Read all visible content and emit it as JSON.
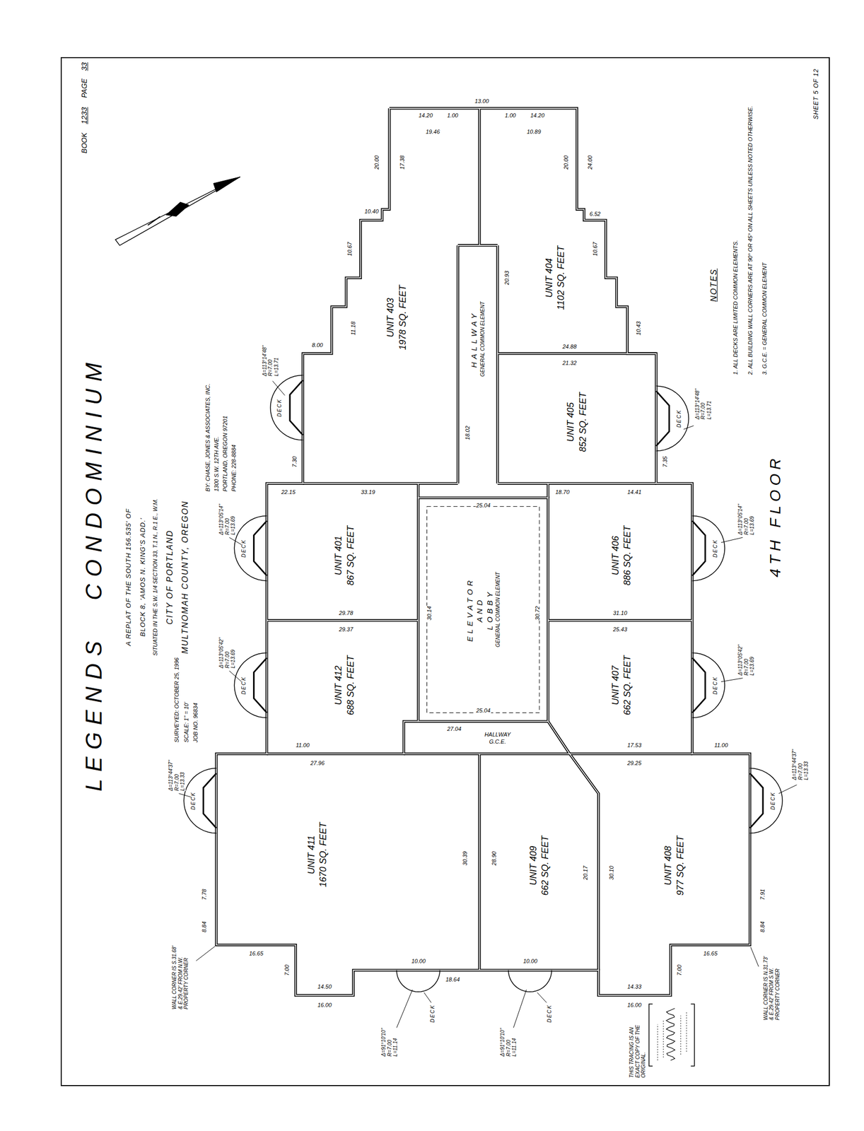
{
  "diagram": {
    "title": "LEGENDS CONDOMINIUM",
    "nodes": [
      {
        "text": [
          "UNIT 403",
          "1978 SQ. FEET"
        ]
      },
      {
        "text": [
          "UNIT 404",
          "1102 SQ. FEET"
        ]
      },
      {
        "text": [
          "HALLWAY",
          "GENERAL COMMON ELEMENT"
        ]
      },
      {
        "text": [
          "UNIT 405",
          "852 SQ. FEET"
        ]
      },
      {
        "text": [
          "UNIT 401",
          "867 SQ. FEET"
        ]
      },
      {
        "text": [
          "ELEVATOR AND LOBBY",
          "GENERAL COMMON ELEMENT"
        ]
      },
      {
        "text": [
          "UNIT 406",
          "886 SQ. FEET"
        ]
      },
      {
        "text": [
          "UNIT 412",
          "688 SQ. FEET"
        ]
      },
      {
        "text": [
          "UNIT 407",
          "662 SQ. FEET"
        ]
      },
      {
        "text": [
          "HALLWAY",
          "G.C.E."
        ]
      },
      {
        "text": [
          "UNIT 411",
          "1670 SQ. FEET"
        ]
      },
      {
        "text": [
          "UNIT 409",
          "662 SQ. FEET"
        ]
      },
      {
        "text": [
          "UNIT 408",
          "977 SQ. FEET"
        ]
      }
    ],
    "labels": [
      "A REPLAT OF THE SOUTH 156.535' OF",
      "BLOCK 8, 'AMOS N. KING'S ADD.'",
      "SITUATED IN THE S.W. 1/4 SECTION 33, T.1 N., R.1 E., W.M.",
      "CITY OF PORTLAND",
      "MULTNOMAH COUNTY, OREGON",
      "SURVEYED: OCTOBER 25, 1996",
      "SCALE: 1\" = 10'",
      "JOB NO. 96834",
      "BY: CHASE, JONES & ASSOCIATES, INC.",
      "1300 S.W. 12TH AVE.",
      "PORTLAND, OREGON 97201",
      "PHONE: 228-8884",
      "BOOK",
      "1233",
      "PAGE",
      "33",
      "4TH FLOOR",
      "NOTES",
      "1. ALL DECKS ARE LIMITED COMMON ELEMENTS.",
      "2. ALL BUILDING WALL CORNERS ARE AT 90° OR 45° ON ALL SHEETS UNLESS NOTED OTHERWISE.",
      "3. G.C.E. = GENERAL COMMON ELEMENT",
      "SHEET 5 OF 12",
      "THIS TRACING IS AN EXACT COPY OF THE ORIGINAL.",
      "WALL CORNER IS S.31.68' & E.29.42' FROM N.W. PROPERTY CORNER",
      "WALL CORNER IS N.31.73' & E.29.42' FROM S.W. PROPERTY CORNER",
      "DECK",
      "DECK",
      "DECK",
      "DECK",
      "DECK",
      "DECK",
      "DECK",
      "DECK",
      "DECK",
      "DECK",
      "Δ=113°14'48\" R=7.00 L=13.71",
      "Δ=113°05'14\" R=7.00 L=13.69",
      "Δ=113°05'42\" R=7.00 L=13.69",
      "Δ=113°44'37\" R=7.00 L=13.33",
      "Δ=113°14'48\" R=7.00 L=13.71",
      "Δ=113°05'14\" R=7.00 L=13.69",
      "Δ=113°05'42\" R=7.00 L=13.69",
      "Δ=113°44'37\" R=7.00 L=13.33",
      "Δ=91°10'10\" R=7.00 L=11.14",
      "Δ=91°10'10\" R=7.00 L=11.14",
      "14.20",
      "1.00",
      "13.00",
      "1.00",
      "14.20",
      "19.46",
      "10.89",
      "20.00",
      "17.38",
      "10.40",
      "10.67",
      "11.18",
      "8.00",
      "20.00",
      "24.00",
      "6.52",
      "10.67",
      "10.43",
      "24.88",
      "21.32",
      "20.93",
      "18.02",
      "7.30",
      "7.35",
      "22.15",
      "33.19",
      "25.04",
      "18.70",
      "14.41",
      "29.78",
      "29.37",
      "31.10",
      "25.43",
      "30.14",
      "30.72",
      "25.04",
      "27.04",
      "11.00",
      "27.96",
      "17.53",
      "29.25",
      "11.00",
      "30.39",
      "28.90",
      "20.17",
      "30.10",
      "7.78",
      "8.84",
      "7.91",
      "8.84",
      "16.65",
      "7.00",
      "14.50",
      "16.00",
      "10.00",
      "18.64",
      "10.00",
      "14.33",
      "16.00",
      "7.00",
      "16.65"
    ]
  }
}
